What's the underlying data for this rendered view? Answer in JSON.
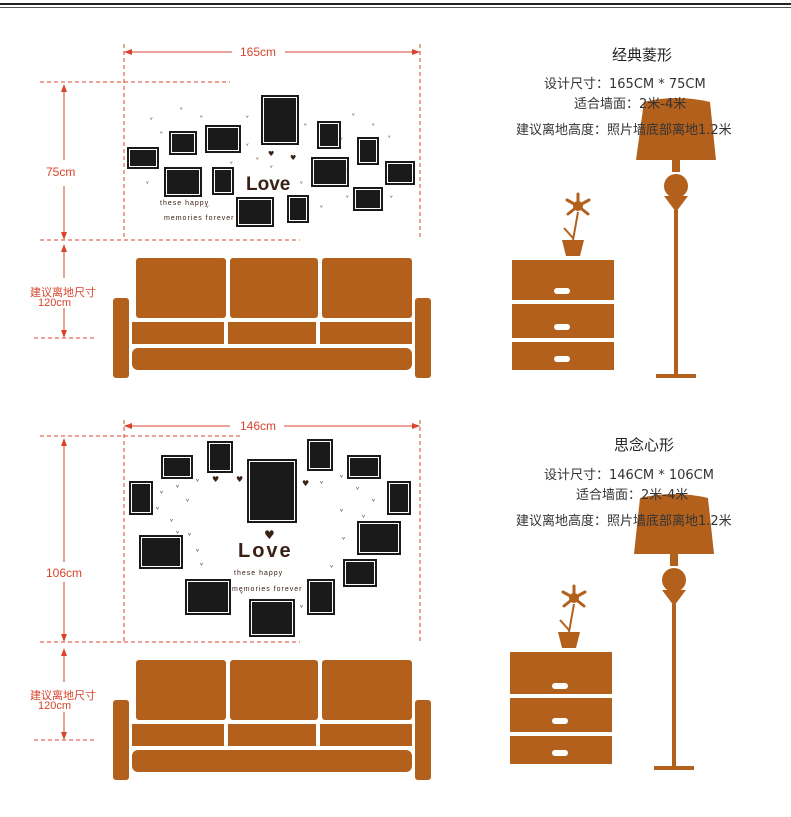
{
  "colors": {
    "furniture": "#b2601c",
    "dimension": "#d9442c",
    "frame": "#1a1a1a"
  },
  "panels": [
    {
      "title": "经典菱形",
      "design_size": "设计尺寸：165CM * 75CM",
      "wall": "适合墙面：2米-4米",
      "height": "建议离地高度：照片墙底部离地1.2米",
      "width_label": "165cm",
      "height_label": "75cm",
      "floor_label_1": "建议离地尺寸",
      "floor_label_2": "120cm",
      "love": "Love",
      "line1": "these happy",
      "line2": "memories forever"
    },
    {
      "title": "思念心形",
      "design_size": "设计尺寸：146CM * 106CM",
      "wall": "适合墙面：2米-4米",
      "height": "建议离地高度：照片墙底部离地1.2米",
      "width_label": "146cm",
      "height_label": "106cm",
      "floor_label_1": "建议离地尺寸",
      "floor_label_2": "120cm",
      "love": "Love",
      "line1": "these happy",
      "line2": "memories forever"
    }
  ]
}
